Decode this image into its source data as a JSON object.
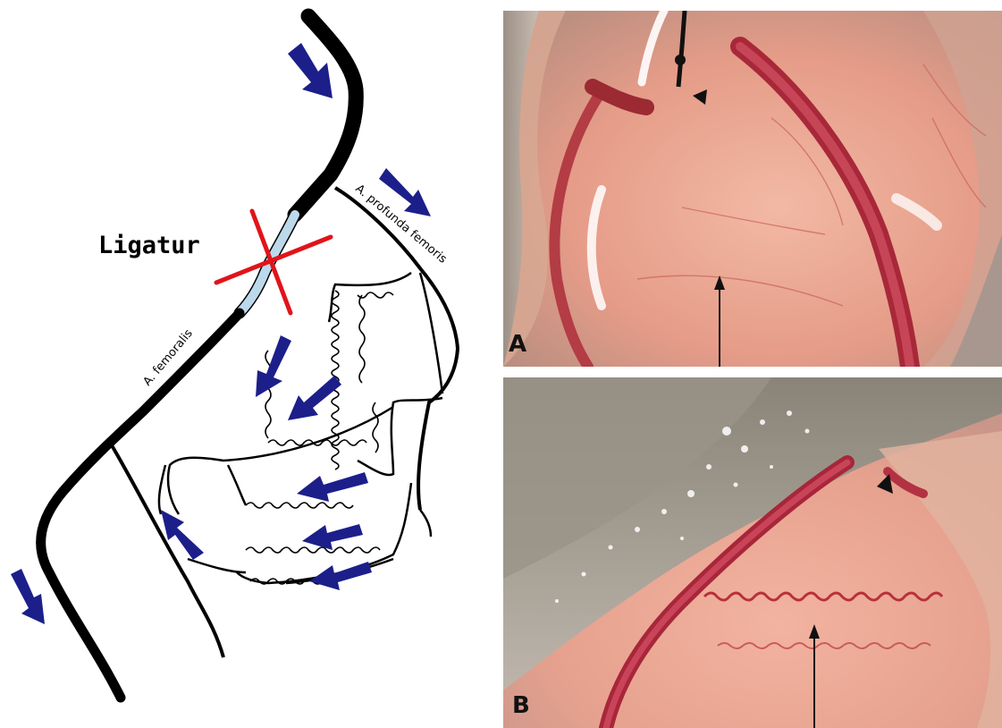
{
  "diagram": {
    "ligature_label": "Ligatur",
    "femoral_label": "A. femoralis",
    "profunda_label": "A. profunda femoris",
    "colors": {
      "vessel": "#000000",
      "flow_arrow": "#1c1f8a",
      "ligature_cross": "#e0141b",
      "ligated_segment": "#bcd9ec"
    }
  },
  "photos": [
    {
      "panel_label": "A"
    },
    {
      "panel_label": "B"
    }
  ]
}
